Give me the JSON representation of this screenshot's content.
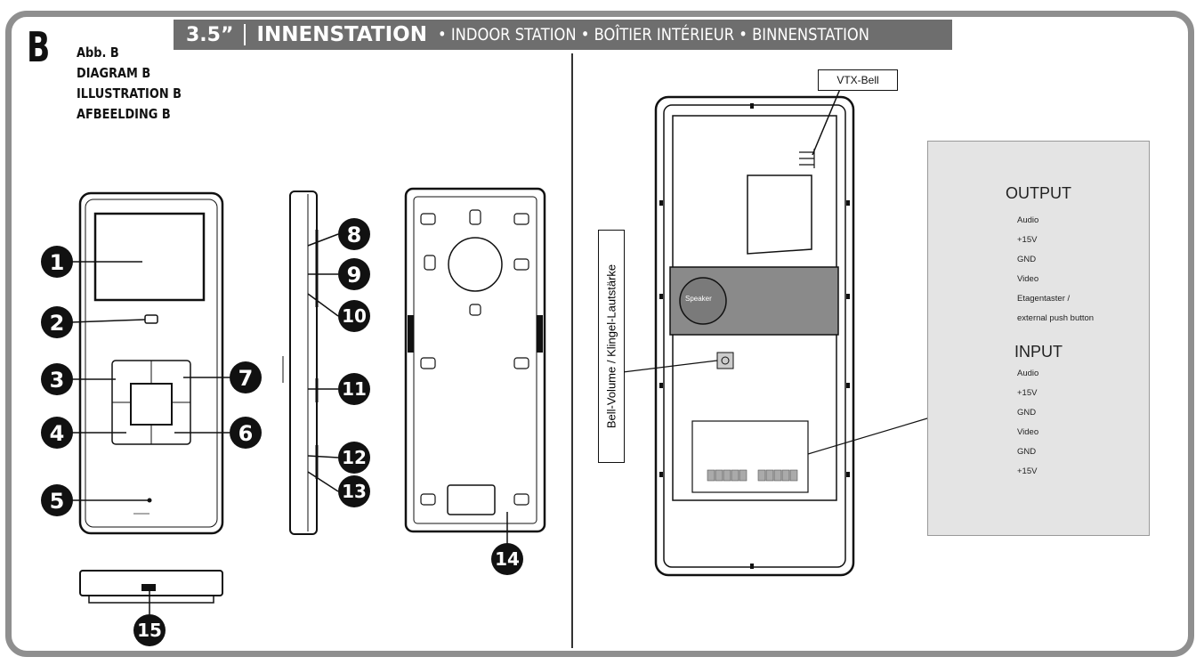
{
  "header": {
    "size": "3.5”",
    "main": "INNENSTATION",
    "sub": "• INDOOR STATION • BOÎTIER INTÉRIEUR • BINNENSTATION"
  },
  "section_letter": "B",
  "labels": [
    "Abb. B",
    "DIAGRAM B",
    "ILLUSTRATION B",
    "AFBEELDING B"
  ],
  "callouts": [
    "1",
    "2",
    "3",
    "4",
    "5",
    "6",
    "7",
    "8",
    "9",
    "10",
    "11",
    "12",
    "13",
    "14",
    "15"
  ],
  "vtx_label": "VTX-Bell",
  "bell_volume_label": "Bell-Volume / Klingel-Lautstärke",
  "speaker_label": "Speaker",
  "output": {
    "title": "OUTPUT",
    "rows": [
      "Audio",
      "+15V",
      "GND",
      "Video",
      "Etagentaster /",
      "external push button"
    ]
  },
  "input": {
    "title": "INPUT",
    "rows": [
      "Audio",
      "+15V",
      "GND",
      "Video",
      "GND",
      "+15V"
    ]
  },
  "colors": {
    "frame": "#8f8f8f",
    "header_bg": "#6e6e6e",
    "panel_bg": "#e4e4e4",
    "speaker_band": "#8a8a8a",
    "terminal": "#9a9a9a"
  }
}
